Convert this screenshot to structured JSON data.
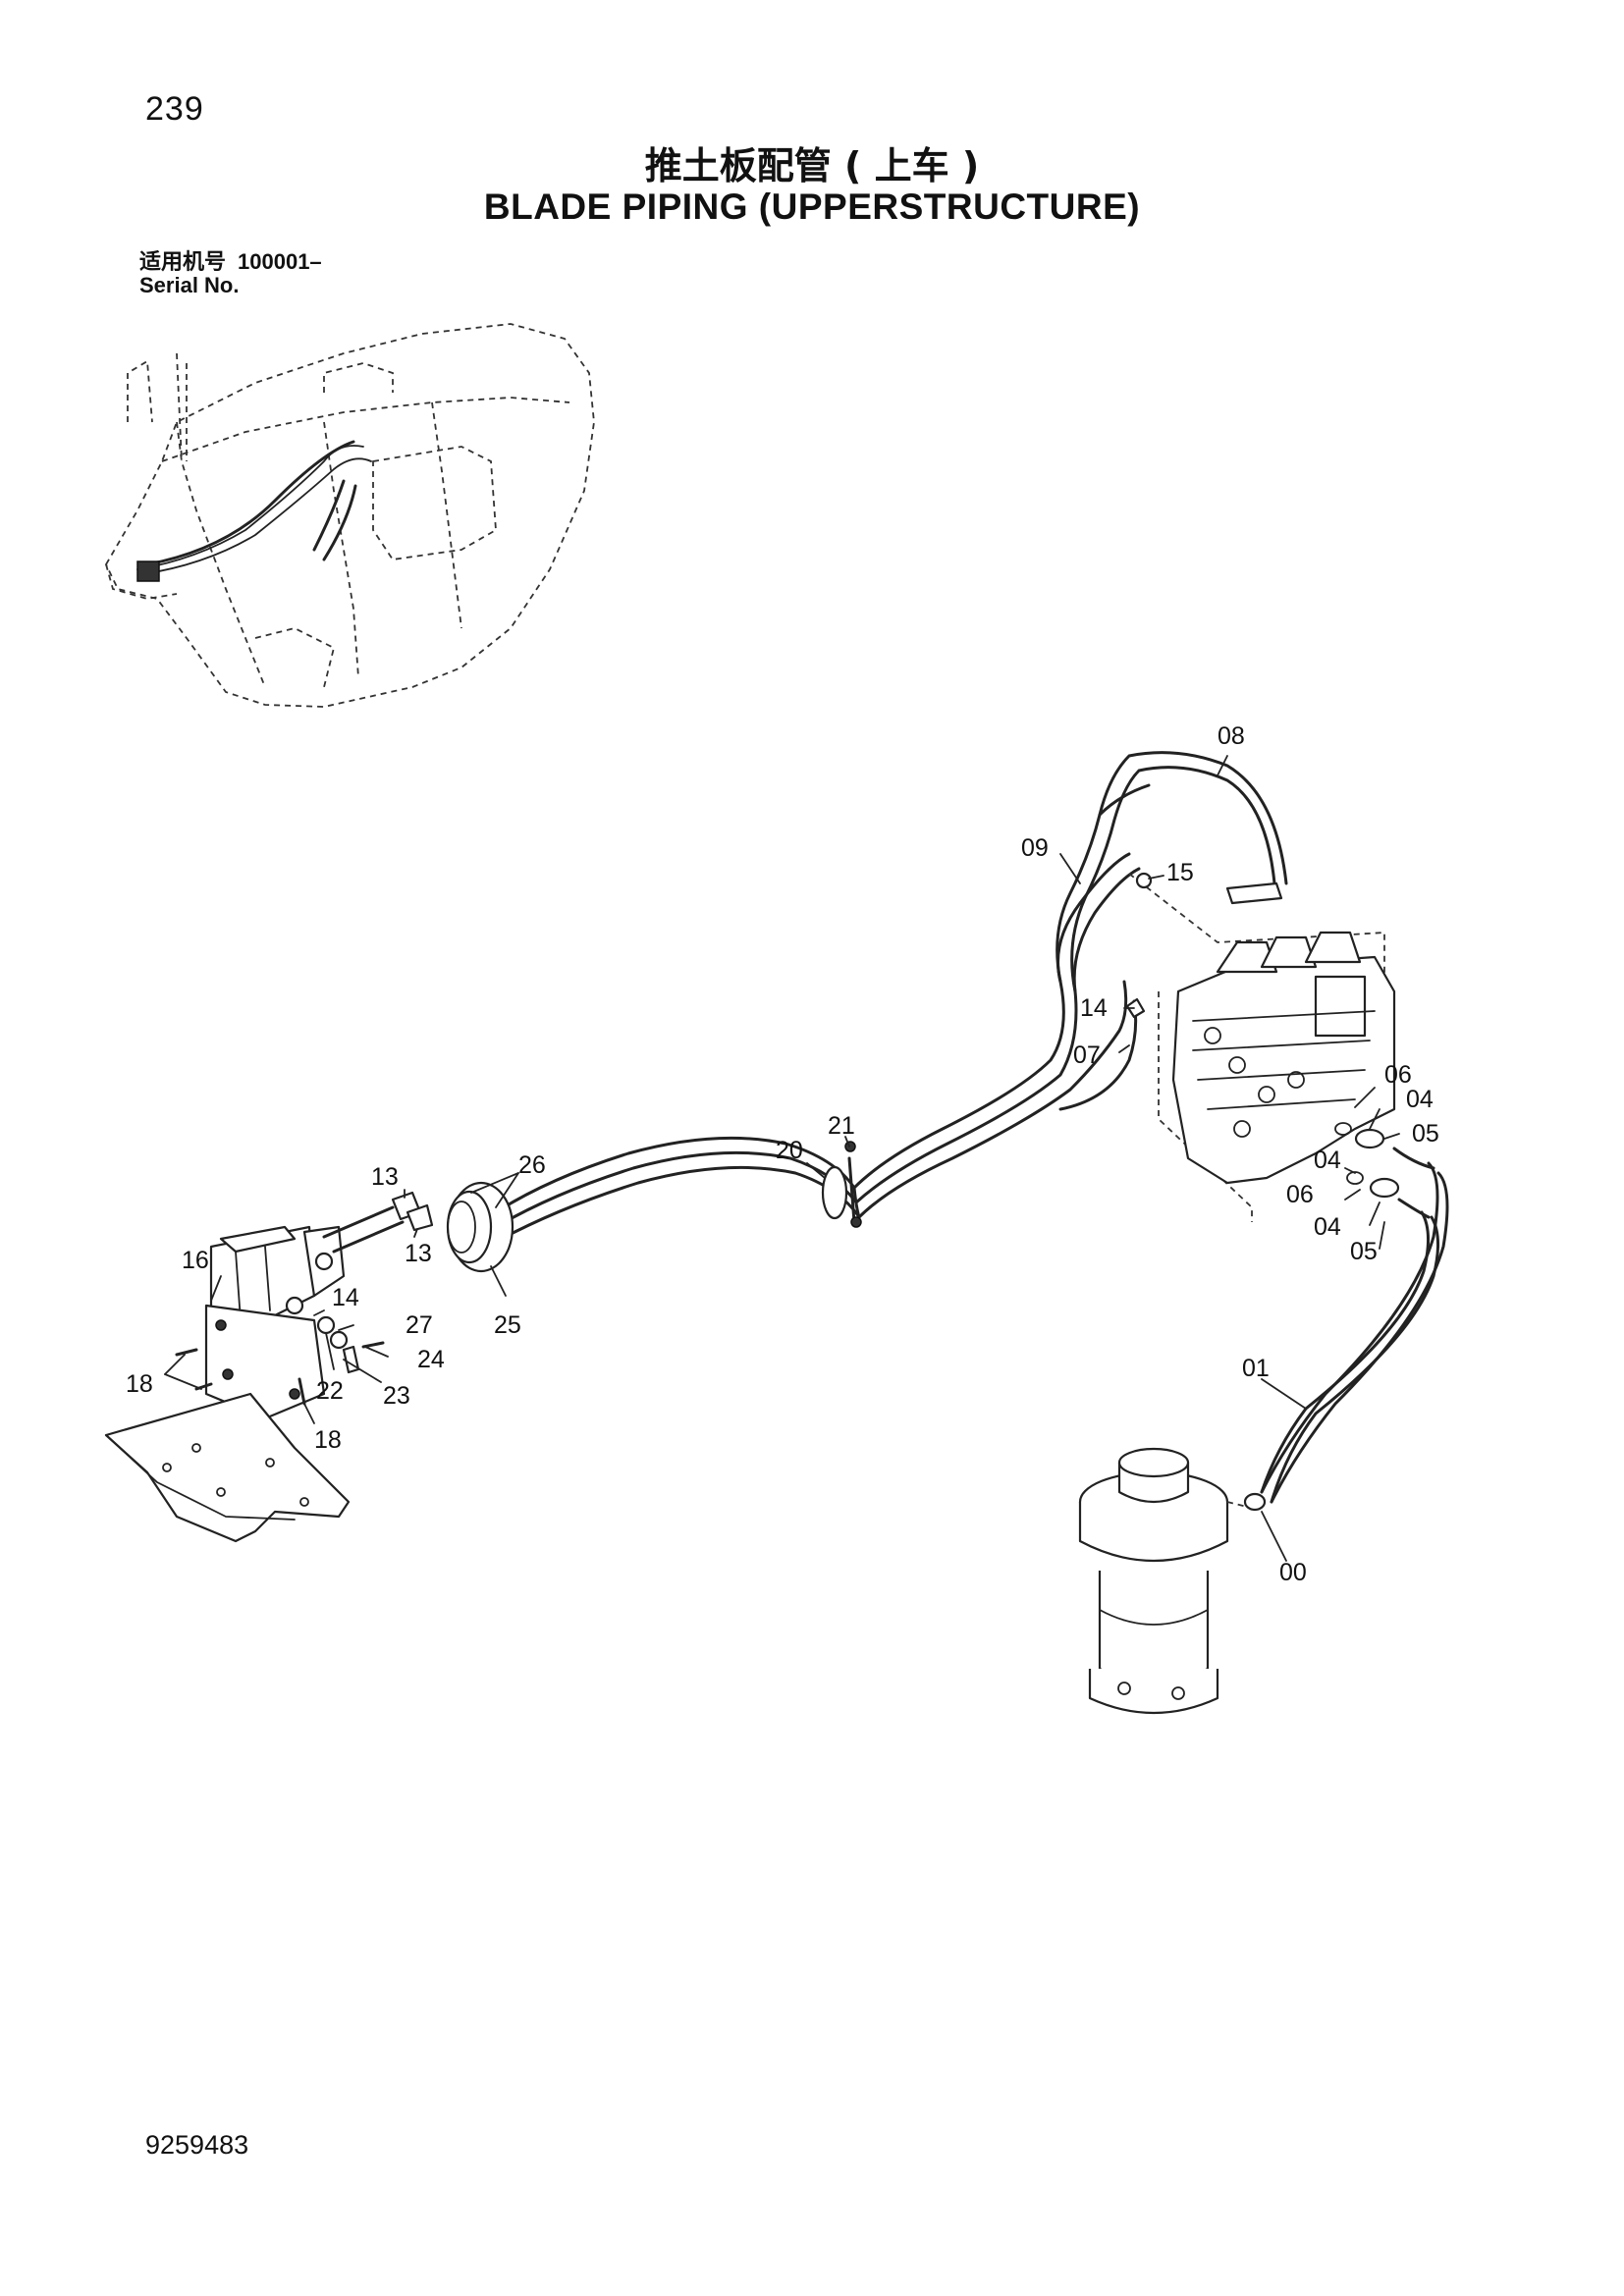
{
  "page_number": "239",
  "title_cn": "推土板配管 ( 上车 )",
  "title_en": "BLADE PIPING (UPPERSTRUCTURE)",
  "serial": {
    "label_cn": "适用机号",
    "number": "100001–",
    "label_en": "Serial No."
  },
  "callouts": {
    "c08": "08",
    "c09": "09",
    "c15": "15",
    "c14a": "14",
    "c07": "07",
    "c06a": "06",
    "c04a": "04",
    "c05a": "05",
    "c04b": "04",
    "c06b": "06",
    "c04c": "04",
    "c05b": "05",
    "c21": "21",
    "c20": "20",
    "c26": "26",
    "c13a": "13",
    "c13b": "13",
    "c16": "16",
    "c14b": "14",
    "c27": "27",
    "c24": "24",
    "c25": "25",
    "c18a": "18",
    "c22": "22",
    "c23": "23",
    "c18b": "18",
    "c01": "01",
    "c00": "00"
  },
  "doc_number": "9259483"
}
